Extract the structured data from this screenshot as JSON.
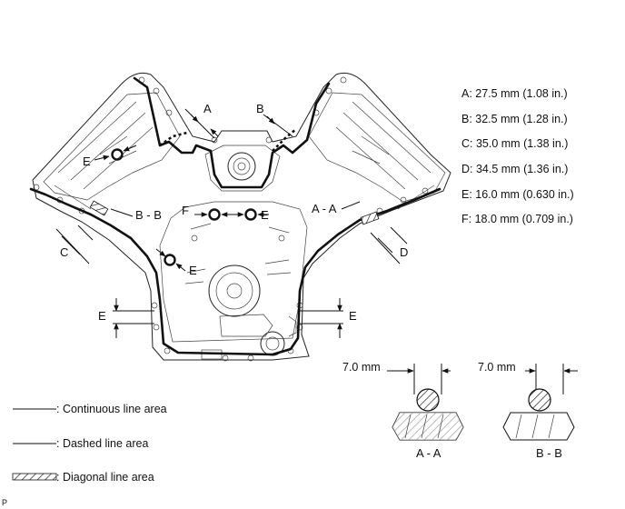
{
  "specs": [
    "A: 27.5 mm (1.08 in.)",
    "B: 32.5 mm (1.28 in.)",
    "C: 35.0 mm (1.38 in.)",
    "D: 34.5 mm (1.36 in.)",
    "E: 16.0 mm (0.630 in.)",
    "F: 18.0 mm (0.709 in.)"
  ],
  "callouts": {
    "a": "A",
    "b": "B",
    "c": "C",
    "d": "D",
    "e_left_upper": "E",
    "e_center": "E",
    "e_lower": "E",
    "e_side_left": "E",
    "e_side_right": "E",
    "f": "F",
    "bb": "B - B",
    "aa": "A - A"
  },
  "sections": [
    {
      "dimension": "7.0 mm",
      "title": "A - A"
    },
    {
      "dimension": "7.0 mm",
      "title": "B - B"
    }
  ],
  "legend": [
    {
      "label": ": Continuous line area"
    },
    {
      "label": ": Dashed line area"
    },
    {
      "label": ": Diagonal line area"
    }
  ],
  "corner_mark": "P"
}
